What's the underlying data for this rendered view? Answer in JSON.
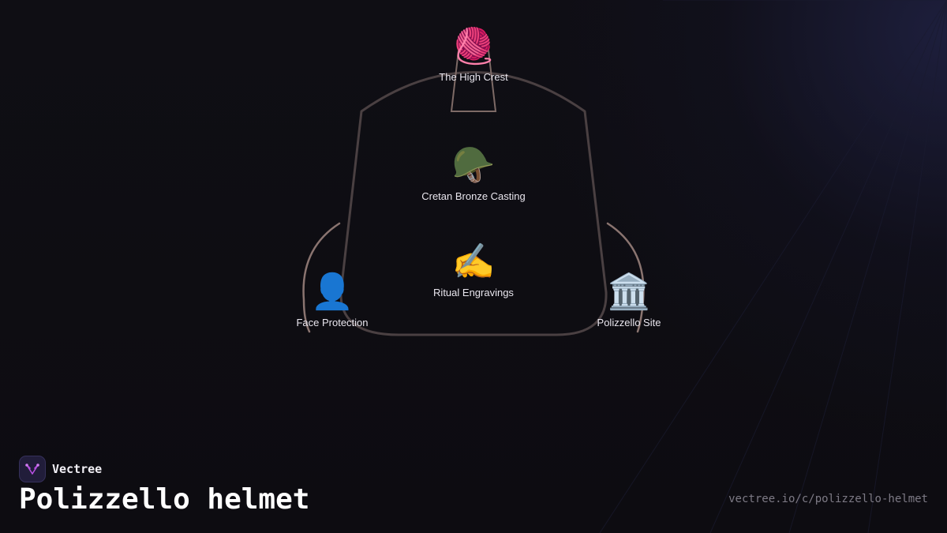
{
  "diagram": {
    "nodes": [
      {
        "id": "high-crest",
        "label": "The High Crest",
        "icon": "yarn-ball-icon",
        "glyph": "🧶"
      },
      {
        "id": "bronze-casting",
        "label": "Cretan Bronze Casting",
        "icon": "military-helmet-icon",
        "glyph": "🪖"
      },
      {
        "id": "engravings",
        "label": "Ritual Engravings",
        "icon": "writing-hand-icon",
        "glyph": "✍️"
      },
      {
        "id": "face-protection",
        "label": "Face Protection",
        "icon": "bust-silhouette-icon",
        "glyph": "👤"
      },
      {
        "id": "polizzello-site",
        "label": "Polizzello Site",
        "icon": "classical-building-icon",
        "glyph": "🏛️"
      }
    ],
    "outline_color": "#4a4042",
    "cheek_color": "#8a7470",
    "crest_color": "#7d6a66"
  },
  "brand": {
    "name": "Vectree",
    "logo_color": "#211d3a",
    "logo_accent": "#b64fe0"
  },
  "title": "Polizzello helmet",
  "url": "vectree.io/c/polizzello-helmet"
}
